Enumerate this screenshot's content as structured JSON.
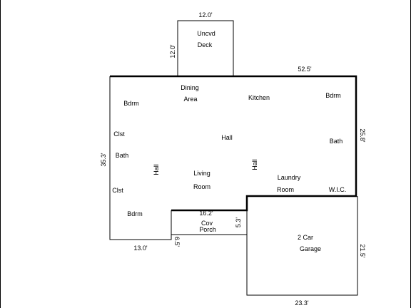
{
  "plan": {
    "dimensions": {
      "deck_width": "12.0'",
      "deck_depth": "12.0'",
      "house_width": "52.5'",
      "house_right_depth": "25.8'",
      "house_left_depth": "35.3'",
      "bottom_left_width": "13.0'",
      "porch_width": "16.2'",
      "porch_depth": "5.3'",
      "porch_step": "6.5'",
      "garage_depth": "21.5'",
      "garage_width": "23.3'"
    },
    "rooms": {
      "deck_line1": "Uncvd",
      "deck_line2": "Deck",
      "dining_line1": "Dining",
      "dining_line2": "Area",
      "kitchen": "Kitchen",
      "bdrm_top_left": "Bdrm",
      "bdrm_top_right": "Bdrm",
      "clst_upper": "Clst",
      "bath_left": "Bath",
      "hall_center": "Hall",
      "bath_right": "Bath",
      "hall_left_vertical": "Hall",
      "living_line1": "Living",
      "living_line2": "Room",
      "hall_right_vertical": "Hall",
      "laundry_line1": "Laundry",
      "laundry_line2": "Room",
      "clst_lower": "Clst",
      "wic": "W.I.C.",
      "bdrm_bottom_left": "Bdrm",
      "porch_line1": "Cov",
      "porch_line2": "Porch",
      "garage_line1": "2 Car",
      "garage_line2": "Garage"
    }
  }
}
